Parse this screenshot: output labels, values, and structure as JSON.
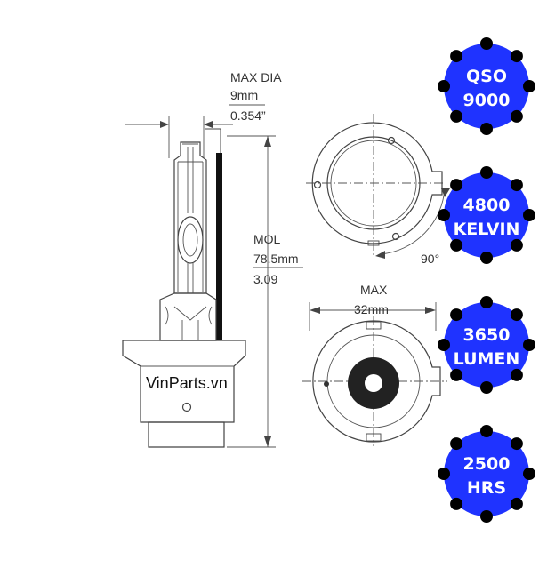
{
  "brand": {
    "watermark": "VinParts.vn"
  },
  "side_view": {
    "max_dia_label": "MAX DIA",
    "max_dia_mm": "9mm",
    "max_dia_in": "0.354”",
    "mol_label": "MOL",
    "mol_mm": "78.5mm",
    "mol_in": "3.09"
  },
  "base_view": {
    "rotation_label": "90°",
    "max_label": "MAX",
    "max_width": "32mm"
  },
  "badges": [
    {
      "line1": "QSO",
      "line2": "9000"
    },
    {
      "line1": "4800",
      "line2": "KELVIN"
    },
    {
      "line1": "3650",
      "line2": "LUMEN"
    },
    {
      "line1": "2500",
      "line2": "HRS"
    }
  ],
  "colors": {
    "badge_fill": "#1f33ff",
    "badge_dot": "#000000",
    "line": "#444444"
  }
}
